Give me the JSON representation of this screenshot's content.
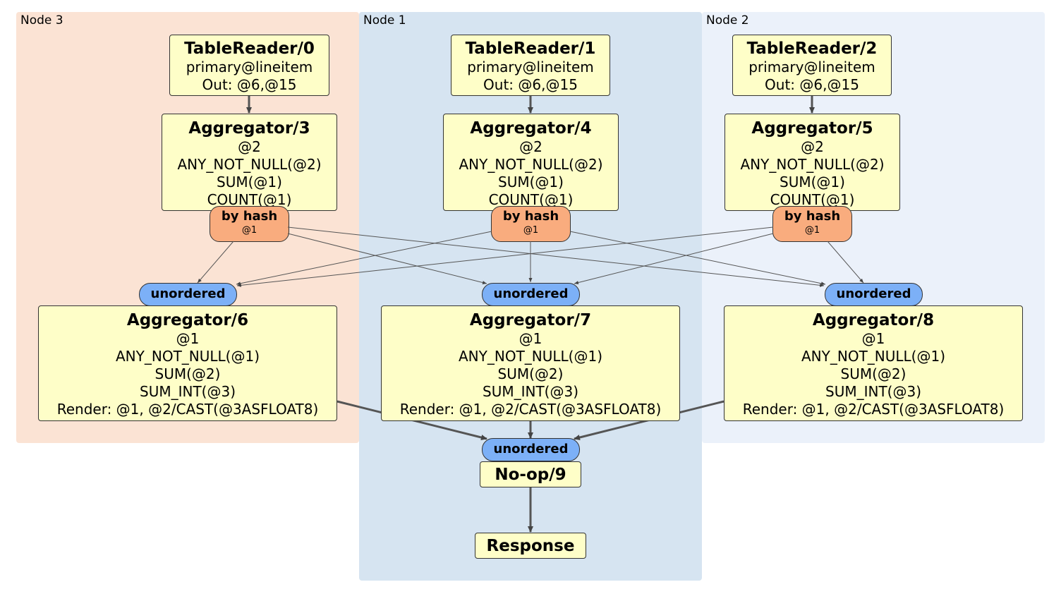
{
  "regions": {
    "node3": "Node 3",
    "node1": "Node 1",
    "node2": "Node 2"
  },
  "colors": {
    "node3_bg": "#fbe3d4",
    "node1_bg": "#d6e4f1",
    "node2_bg": "#ebf1fa",
    "box_fill": "#fefec8",
    "router_fill": "#f9ac7e",
    "sync_fill": "#7cb0f7"
  },
  "processors": {
    "tr0": {
      "title": "TableReader/0",
      "lines": [
        "primary@lineitem",
        "Out: @6,@15"
      ]
    },
    "tr1": {
      "title": "TableReader/1",
      "lines": [
        "primary@lineitem",
        "Out: @6,@15"
      ]
    },
    "tr2": {
      "title": "TableReader/2",
      "lines": [
        "primary@lineitem",
        "Out: @6,@15"
      ]
    },
    "agg3": {
      "title": "Aggregator/3",
      "lines": [
        "@2",
        "ANY_NOT_NULL(@2)",
        "SUM(@1)",
        "COUNT(@1)"
      ]
    },
    "agg4": {
      "title": "Aggregator/4",
      "lines": [
        "@2",
        "ANY_NOT_NULL(@2)",
        "SUM(@1)",
        "COUNT(@1)"
      ]
    },
    "agg5": {
      "title": "Aggregator/5",
      "lines": [
        "@2",
        "ANY_NOT_NULL(@2)",
        "SUM(@1)",
        "COUNT(@1)"
      ]
    },
    "agg6": {
      "title": "Aggregator/6",
      "lines": [
        "@1",
        "ANY_NOT_NULL(@1)",
        "SUM(@2)",
        "SUM_INT(@3)",
        "Render: @1, @2/CAST(@3ASFLOAT8)"
      ]
    },
    "agg7": {
      "title": "Aggregator/7",
      "lines": [
        "@1",
        "ANY_NOT_NULL(@1)",
        "SUM(@2)",
        "SUM_INT(@3)",
        "Render: @1, @2/CAST(@3ASFLOAT8)"
      ]
    },
    "agg8": {
      "title": "Aggregator/8",
      "lines": [
        "@1",
        "ANY_NOT_NULL(@1)",
        "SUM(@2)",
        "SUM_INT(@3)",
        "Render: @1, @2/CAST(@3ASFLOAT8)"
      ]
    },
    "noop9": {
      "title": "No-op/9",
      "lines": []
    },
    "response": {
      "title": "Response",
      "lines": []
    }
  },
  "routers": {
    "r3": {
      "title": "by hash",
      "sub": "@1"
    },
    "r4": {
      "title": "by hash",
      "sub": "@1"
    },
    "r5": {
      "title": "by hash",
      "sub": "@1"
    }
  },
  "synchronizers": {
    "s6": "unordered",
    "s7": "unordered",
    "s8": "unordered",
    "s9": "unordered"
  }
}
